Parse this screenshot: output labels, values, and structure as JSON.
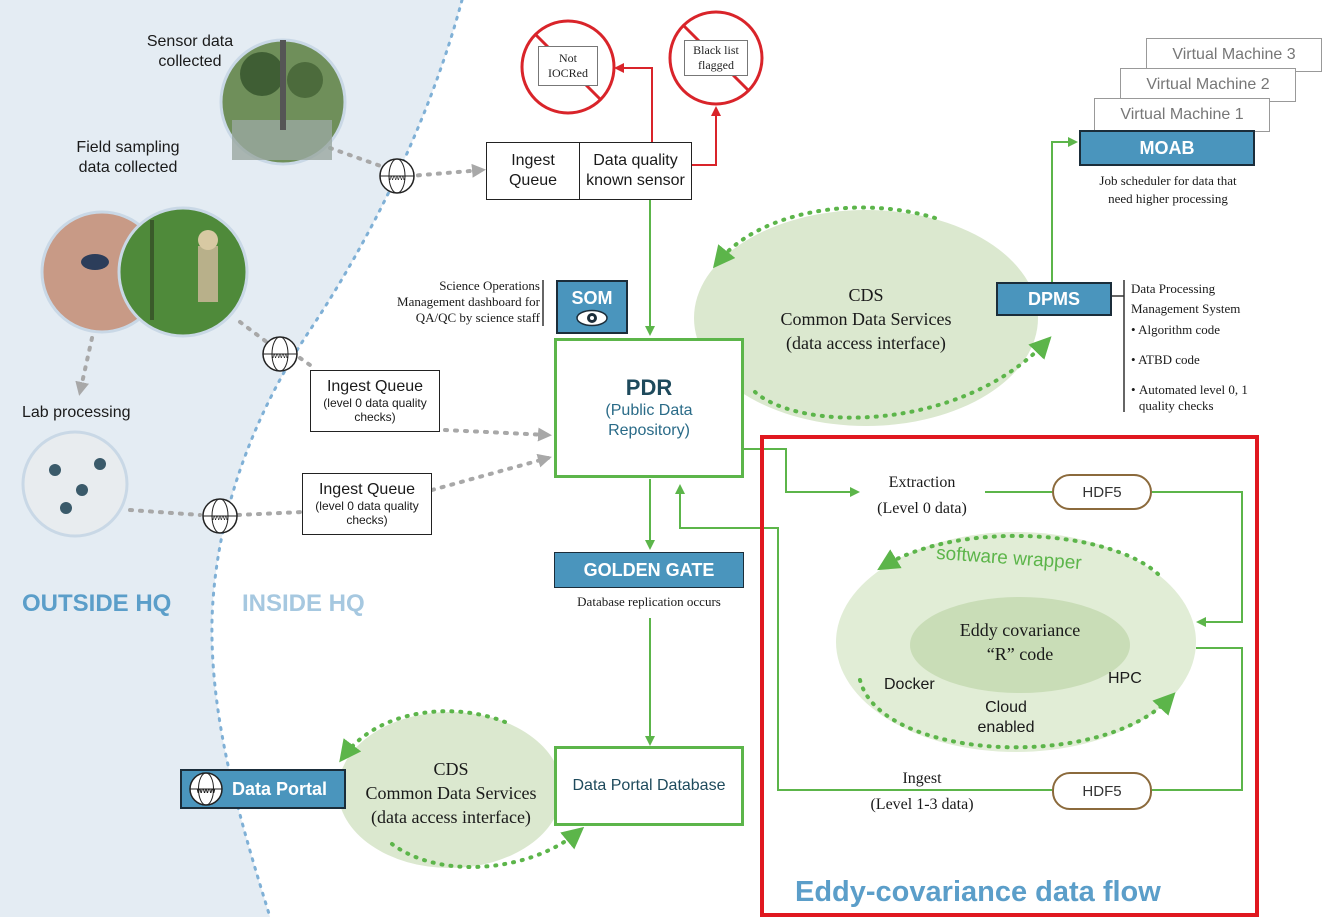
{
  "left": {
    "sensor_label": "Sensor data\ncollected",
    "field_label": "Field sampling\ndata collected",
    "lab_label": "Lab processing",
    "outside_hq": "OUTSIDE HQ",
    "inside_hq": "INSIDE HQ"
  },
  "ingest_queue_top": {
    "left": "Ingest\nQueue",
    "right": "Data quality\nknown sensor"
  },
  "rejects": {
    "not_iocred": "Not\nIOCRed",
    "blacklist": "Black list\nflagged"
  },
  "som": {
    "label": "SOM",
    "description": "Science Operations\nManagement dashboard for\nQA/QC by science staff"
  },
  "ingest_queue_1": {
    "title": "Ingest Queue",
    "subtitle": "(level 0 data quality\nchecks)"
  },
  "ingest_queue_2": {
    "title": "Ingest Queue",
    "subtitle": "(level 0 data quality\nchecks)"
  },
  "pdr": {
    "title": "PDR",
    "subtitle": "(Public Data\nRepository)"
  },
  "cds_top": {
    "title": "CDS",
    "line1": "Common Data Services",
    "line2": "(data access interface)"
  },
  "dpms": {
    "label": "DPMS",
    "description": "Data Processing\nManagement System",
    "bullets": [
      "Algorithm code",
      "ATBD code",
      "Automated level 0, 1\nquality checks"
    ]
  },
  "moab": {
    "label": "MOAB",
    "description": "Job scheduler for data that\nneed higher processing"
  },
  "virtual_machines": [
    "Virtual Machine 3",
    "Virtual Machine 2",
    "Virtual Machine 1"
  ],
  "golden_gate": {
    "label": "GOLDEN GATE",
    "description": "Database replication occurs"
  },
  "cds_bottom": {
    "title": "CDS",
    "line1": "Common Data Services",
    "line2": "(data access interface)"
  },
  "data_portal": {
    "label": "Data Portal"
  },
  "portal_db": {
    "label": "Data Portal Database"
  },
  "eddy": {
    "title": "Eddy-covariance data flow",
    "extraction": "Extraction",
    "extraction_level": "(Level 0 data)",
    "ingest": "Ingest",
    "ingest_level": "(Level 1-3 data)",
    "hdf5_top": "HDF5",
    "hdf5_bottom": "HDF5",
    "wrapper": "software wrapper",
    "core_line1": "Eddy covariance",
    "core_line2": "“R” code",
    "docker": "Docker",
    "hpc": "HPC",
    "cloud": "Cloud\nenabled"
  },
  "colors": {
    "outside_bg": "#e4ecf3",
    "boundary": "#7fb0d6",
    "hq_text": "#5b9ec9",
    "blue_box": "#4a95bd",
    "green": "#5cb54a",
    "cds_fill": "#dbe8cf",
    "red": "#d9242a",
    "eddy_frame": "#e0181f"
  },
  "icons": [
    "globe-icon",
    "eye-icon",
    "stop-icon"
  ]
}
